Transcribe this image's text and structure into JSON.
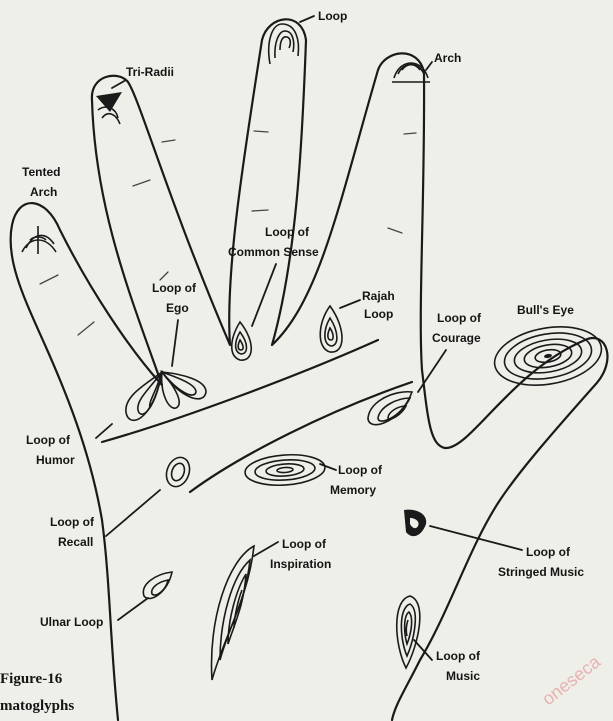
{
  "figure": {
    "caption_line1": "Figure-16",
    "caption_line2": "matoglyphs",
    "watermark": "oneseca"
  },
  "labels": {
    "loop_top": "Loop",
    "arch": "Arch",
    "tri_radii": "Tri-Radii",
    "tented_arch_1": "Tented",
    "tented_arch_2": "Arch",
    "loop_common_sense_1": "Loop of",
    "loop_common_sense_2": "Common Sense",
    "loop_ego_1": "Loop of",
    "loop_ego_2": "Ego",
    "rajah_loop_1": "Rajah",
    "rajah_loop_2": "Loop",
    "loop_courage_1": "Loop of",
    "loop_courage_2": "Courage",
    "bulls_eye": "Bull's Eye",
    "loop_humor_1": "Loop of",
    "loop_humor_2": "Humor",
    "loop_memory_1": "Loop of",
    "loop_memory_2": "Memory",
    "loop_recall_1": "Loop of",
    "loop_recall_2": "Recall",
    "loop_inspiration_1": "Loop of",
    "loop_inspiration_2": "Inspiration",
    "loop_stringed_music_1": "Loop of",
    "loop_stringed_music_2": "Stringed Music",
    "ulnar_loop": "Ulnar Loop",
    "loop_music_1": "Loop of",
    "loop_music_2": "Music"
  },
  "colors": {
    "background": "#efefe9",
    "ink": "#1a1a1a",
    "watermark": "#e8b2b2"
  }
}
